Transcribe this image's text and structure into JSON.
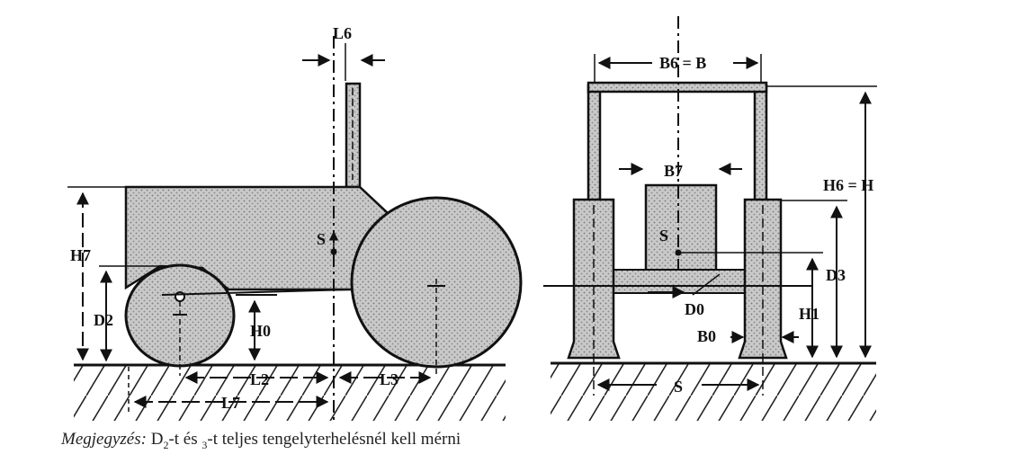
{
  "labels": {
    "side": {
      "l6": "L6",
      "h7": "H7",
      "s": "S",
      "d2": "D2",
      "h0": "H0",
      "l2": "L2",
      "l3": "L3",
      "l7": "L7"
    },
    "front": {
      "b6": "B6 = B",
      "b7": "B7",
      "h6": "H6 = H",
      "s": "S",
      "d3": "D3",
      "d0": "D0",
      "h1": "H1",
      "b0": "B0",
      "track": "S"
    }
  },
  "caption": {
    "lead": "Megjegyzés:",
    "d": "D",
    "sub2": "2",
    "mid": "-t és ",
    "sub3": "3",
    "rest": "-t teljes tengelyterhelésnél kell mérni"
  }
}
